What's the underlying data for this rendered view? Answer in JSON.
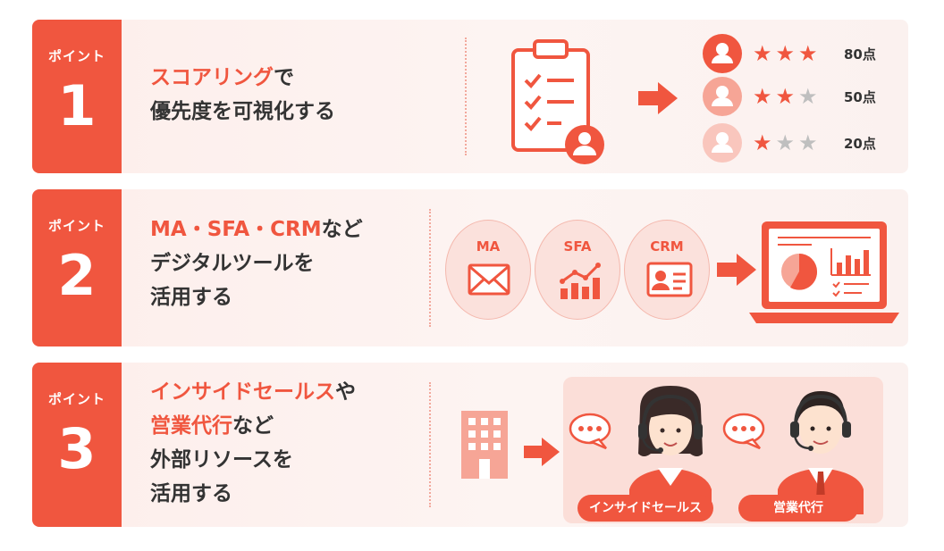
{
  "point_label": "ポイント",
  "colors": {
    "accent": "#f0563f",
    "light_accent": "#f6a596",
    "pale_accent": "#fbded8",
    "star_gray": "#bfbfbf"
  },
  "cards": [
    {
      "number": "1",
      "title": {
        "line1_highlight": "スコアリング",
        "line1_rest": "で",
        "line2": "優先度を可視化する"
      },
      "ratings": [
        {
          "stars_filled": 3,
          "stars_total": 3,
          "score": "80点"
        },
        {
          "stars_filled": 2,
          "stars_total": 3,
          "score": "50点"
        },
        {
          "stars_filled": 1,
          "stars_total": 3,
          "score": "20点"
        }
      ]
    },
    {
      "number": "2",
      "title": {
        "line1_highlight": "MA・SFA・CRM",
        "line1_rest": "など",
        "line2": "デジタルツールを",
        "line3": "活用する"
      },
      "tools": [
        "MA",
        "SFA",
        "CRM"
      ]
    },
    {
      "number": "3",
      "title": {
        "line1_highlight": "インサイドセールス",
        "line1_rest": "や",
        "line2_highlight": "営業代行",
        "line2_rest": "など",
        "line3": "外部リソースを",
        "line4": "活用する"
      },
      "roles": [
        "インサイドセールス",
        "営業代行"
      ]
    }
  ],
  "icons": [
    "clipboard-checklist-icon",
    "user-icon",
    "arrow-right-icon",
    "star-icon",
    "mail-icon",
    "bar-chart-icon",
    "id-card-icon",
    "laptop-dashboard-icon",
    "office-building-icon",
    "speech-bubble-icon",
    "headset-operator-icon",
    "salesman-icon"
  ]
}
